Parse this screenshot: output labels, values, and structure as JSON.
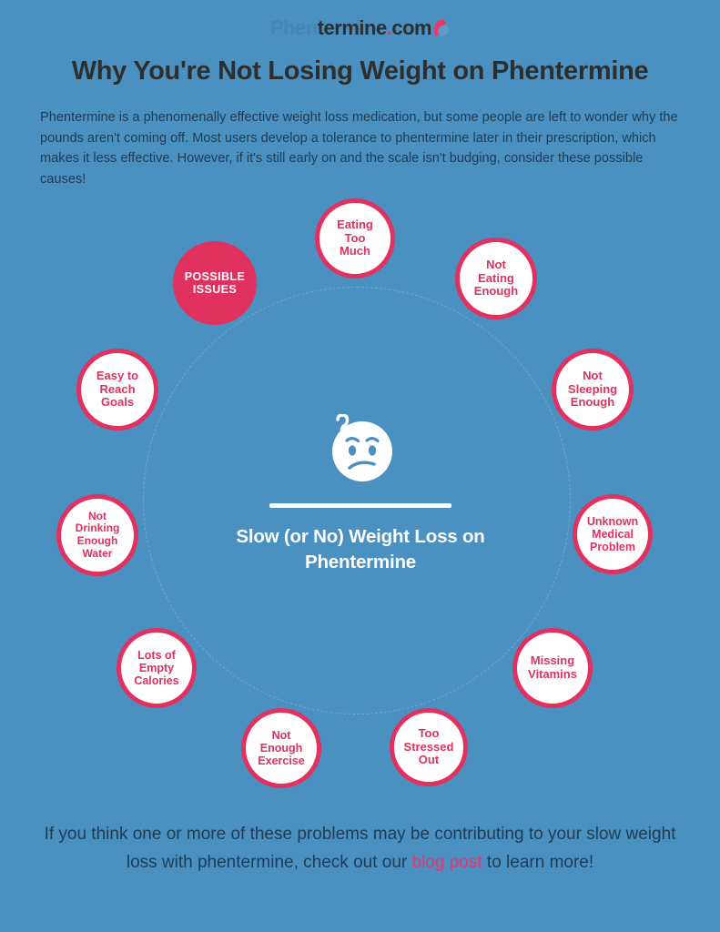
{
  "page": {
    "background_color": "#4a90c0",
    "accent_color": "#e0315f",
    "text_dark": "#1f3c52",
    "heading_color": "#2e2e2e"
  },
  "logo": {
    "part1": "Phen",
    "part2": "termine",
    "dot": ".",
    "part3": "com",
    "icon": "leaf-swoosh-icon"
  },
  "headline": "Why You're Not Losing Weight on Phentermine",
  "intro": "Phentermine is a phenomenally effective weight loss medication, but some people are left to wonder why the pounds aren't coming off. Most users develop a tolerance to phentermine later in their prescription, which makes it less effective. However, if it's still early on and the scale isn't budging, consider these possible causes!",
  "hub": {
    "label_line1": "POSSIBLE",
    "label_line2": "ISSUES"
  },
  "center": {
    "icon": "confused-face-icon",
    "title_line1": "Slow (or No) Weight Loss",
    "title_line2": "on Phentermine"
  },
  "issues": [
    {
      "id": "eating-too-much",
      "lines": [
        "Eating",
        "Too",
        "Much"
      ]
    },
    {
      "id": "not-eating-enough",
      "lines": [
        "Not",
        "Eating",
        "Enough"
      ]
    },
    {
      "id": "not-sleeping-enough",
      "lines": [
        "Not",
        "Sleeping",
        "Enough"
      ]
    },
    {
      "id": "unknown-medical-problem",
      "lines": [
        "Unknown",
        "Medical",
        "Problem"
      ]
    },
    {
      "id": "missing-vitamins",
      "lines": [
        "Missing",
        "Vitamins"
      ]
    },
    {
      "id": "too-stressed-out",
      "lines": [
        "Too",
        "Stressed",
        "Out"
      ]
    },
    {
      "id": "not-enough-exercise",
      "lines": [
        "Not",
        "Enough",
        "Exercise"
      ]
    },
    {
      "id": "lots-of-empty-calories",
      "lines": [
        "Lots of",
        "Empty",
        "Calories"
      ]
    },
    {
      "id": "not-drinking-enough-water",
      "lines": [
        "Not",
        "Drinking",
        "Enough",
        "Water"
      ]
    },
    {
      "id": "easy-to-reach-goals",
      "lines": [
        "Easy to",
        "Reach",
        "Goals"
      ]
    }
  ],
  "footer": {
    "text_before": "If you think one or more of these problems may be contributing to your slow weight loss with phentermine, check out our ",
    "link": "blog post",
    "text_after": " to learn more!"
  }
}
